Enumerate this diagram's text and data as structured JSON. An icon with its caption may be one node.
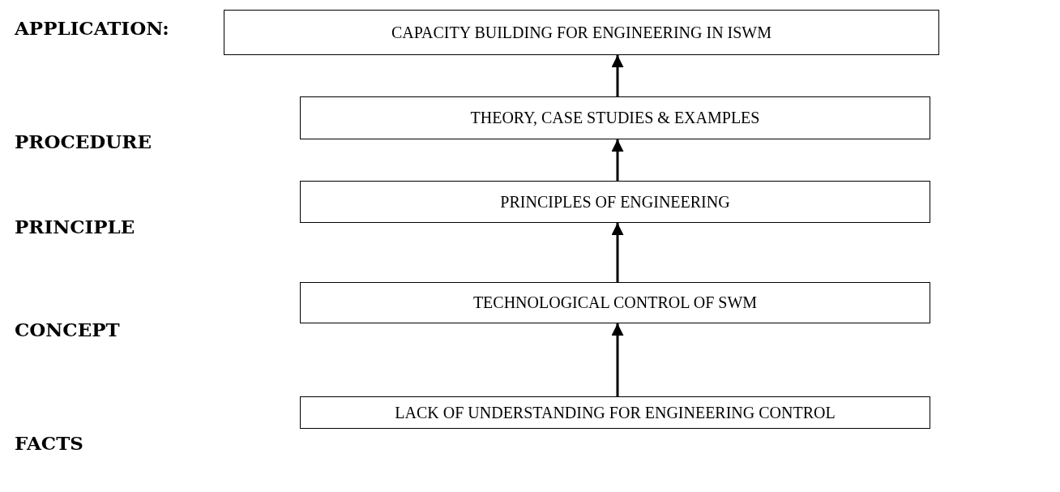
{
  "diagram": {
    "nodes": [
      {
        "text": [
          "CAPACITY BUILDING FOR ENGINEERING IN ISWM"
        ]
      },
      {
        "text": [
          "THEORY, CASE STUDIES & EXAMPLES"
        ]
      },
      {
        "text": [
          "PRINCIPLES OF ENGINEERING"
        ]
      },
      {
        "text": [
          "TECHNOLOGICAL CONTROL OF SWM"
        ]
      },
      {
        "text": [
          "LACK OF UNDERSTANDING FOR ENGINEERING CONTROL"
        ]
      }
    ],
    "edges": [
      {
        "from": 4,
        "to": 3,
        "arrow": "to"
      },
      {
        "from": 3,
        "to": 2,
        "arrow": "to"
      },
      {
        "from": 2,
        "to": 1,
        "arrow": "to"
      },
      {
        "from": 1,
        "to": 0,
        "arrow": "to"
      }
    ],
    "labels": [
      "APPLICATION:",
      "PROCEDURE",
      "PRINCIPLE",
      "CONCEPT",
      "FACTS"
    ]
  }
}
